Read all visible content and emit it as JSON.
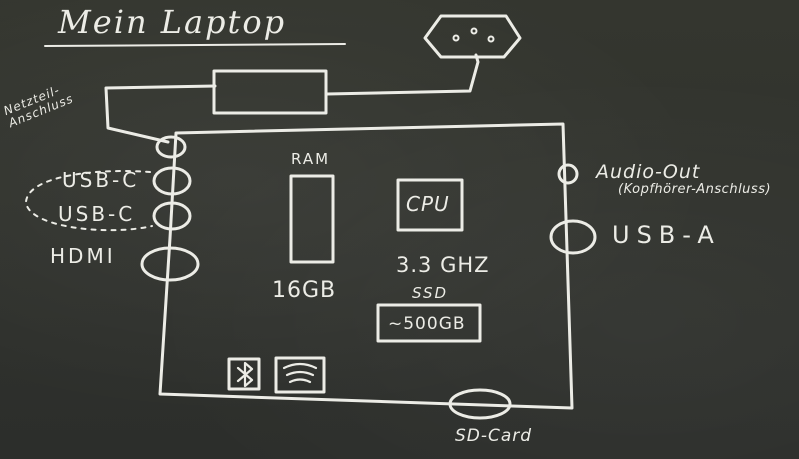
{
  "title": "Mein Laptop",
  "left_ports": {
    "power_label": "Netzteil-Anschluss",
    "usb_c_1": "USB-C",
    "usb_c_2": "USB-C",
    "hdmi": "HDMI"
  },
  "right_ports": {
    "audio_out": "Audio-Out",
    "audio_note": "(Kopfhörer-Anschluss)",
    "usb_a": "USB-A"
  },
  "components": {
    "ram_label": "RAM",
    "ram_size": "16GB",
    "cpu_label": "CPU",
    "cpu_speed": "3.3 GHZ",
    "ssd_label": "SSD",
    "ssd_size": "~500GB"
  },
  "bottom": {
    "sd_card": "SD-Card"
  },
  "icons": [
    "bluetooth-icon",
    "wifi-icon",
    "power-plug-icon",
    "power-adapter-icon"
  ],
  "colors": {
    "board": "#2f312e",
    "chalk": "#ecece6"
  }
}
